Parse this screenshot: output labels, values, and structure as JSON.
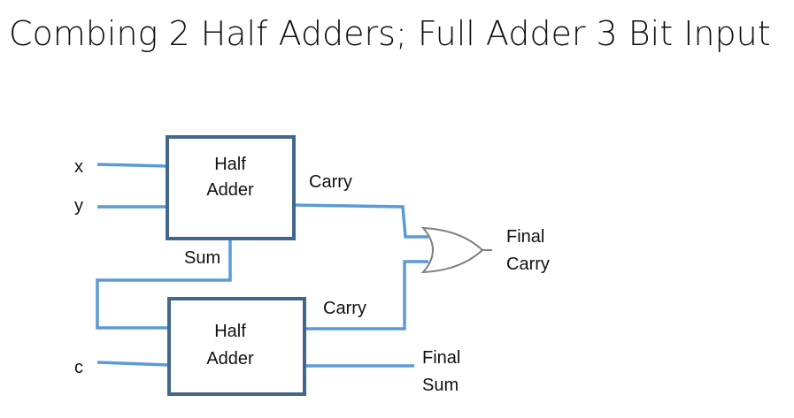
{
  "title": "Combing 2 Half Adders; Full Adder 3 Bit Input",
  "inputs": {
    "x": "x",
    "y": "y",
    "c": "c"
  },
  "half_adder_1": {
    "line1": "Half",
    "line2": "Adder",
    "carry_label": "Carry"
  },
  "half_adder_2": {
    "line1": "Half",
    "line2": "Adder",
    "carry_label": "Carry"
  },
  "sum_label": "Sum",
  "final_carry": {
    "line1": "Final",
    "line2": "Carry"
  },
  "final_sum": {
    "line1": "Final",
    "line2": "Sum"
  },
  "colors": {
    "wire": "#5b9bd5",
    "block_border": "#41678c",
    "gate": "#7f7f7f"
  }
}
